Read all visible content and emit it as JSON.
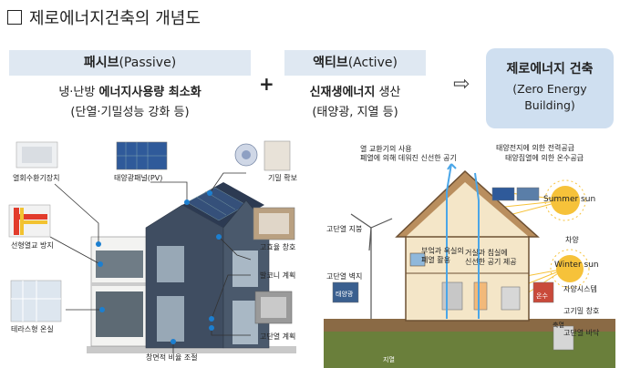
{
  "title": "제로에너지건축의 개념도",
  "passive": {
    "header_main": "패시브",
    "header_sub": "(Passive)",
    "line1_a": "냉·난방 ",
    "line1_b": "에너지사용량 최소화",
    "line2": "(단열·기밀성능 강화 등)"
  },
  "plus": "+",
  "active": {
    "header_main": "액티브",
    "header_sub": "(Active)",
    "line1_a": "신재생에너지",
    "line1_b": " 생산",
    "line2": "(태양광, 지열 등)"
  },
  "arrow": "⇨",
  "result": {
    "line1": "제로에너지 건축",
    "line2": "(Zero Energy",
    "line3": "Building)"
  },
  "left_labels": {
    "heat_recovery": "열회수환기장치",
    "solar_panel": "태양광패널(PV)",
    "airtight": "기밀 확보",
    "thermal_bridge": "선형열교 방지",
    "window": "고효율 창호",
    "balcony": "발코니 계획",
    "exterior_insulation": "테라스형 온실",
    "insulation_plan": "고단열 계획",
    "window_ratio": "창면적 비율 조절"
  },
  "right_labels": {
    "heat_exchange": "열 교환기의 사용",
    "heat_exchange2": "폐열에 의해 데워진 신선한 공기",
    "pv_power": "태양전지에 의한 전력공급",
    "solar_hot": "태양집열에 의한 온수공급",
    "summer_sun": "Summer sun",
    "roof_insulation": "고단열 지붕",
    "wall_insulation": "고단열 벽지",
    "shading": "차양",
    "waste_heat": "부엌과 욕실의",
    "waste_heat2": "폐열 활용",
    "fresh_air": "거실과 침실에",
    "fresh_air2": "신선한 공기 제공",
    "winter_sun": "Winter sun",
    "natural_system": "자양시스템",
    "high_window": "고기밀 창호",
    "floor_insulation": "고단열 바닥",
    "storage": "축열",
    "pv_small": "태양광",
    "hot_water": "온수",
    "geo": "지열"
  },
  "colors": {
    "header_bg": "#dfe8f2",
    "result_bg": "#cfdff0",
    "accent_blue": "#1c7fd0",
    "sun": "#f6c23a"
  }
}
